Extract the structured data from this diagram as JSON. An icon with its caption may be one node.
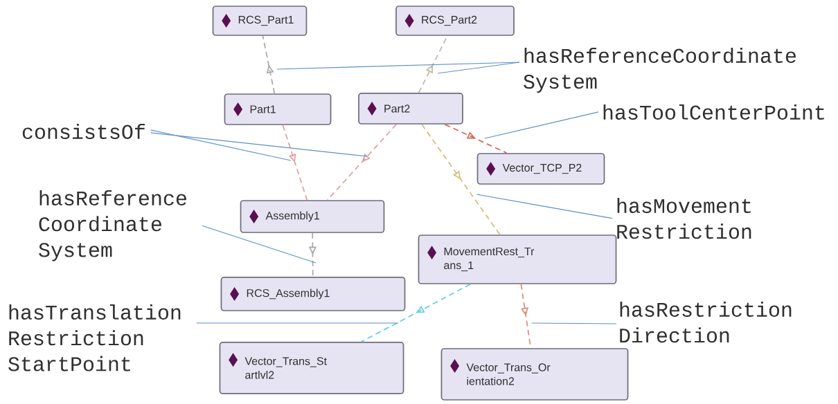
{
  "diagram": {
    "nodes": [
      {
        "text": [
          "RCS_Part1"
        ]
      },
      {
        "text": [
          "RCS_Part2"
        ]
      },
      {
        "text": [
          "Part1"
        ]
      },
      {
        "text": [
          "Part2"
        ]
      },
      {
        "text": [
          "Vector_TCP_P2"
        ]
      },
      {
        "text": [
          "Assembly1"
        ]
      },
      {
        "text": [
          "MovementRest_Tr ans_1"
        ]
      },
      {
        "text": [
          "RCS_Assembly1"
        ]
      },
      {
        "text": [
          "Vector_Trans_St artlvl2"
        ]
      },
      {
        "text": [
          "Vector_Trans_Or ientation2"
        ]
      },
      {
        "text": [
          "hasReferenceCoordinate System"
        ]
      },
      {
        "text": [
          "hasToolCenterPoint"
        ]
      },
      {
        "text": [
          "consistsOf"
        ]
      },
      {
        "text": [
          "hasMovement Restriction"
        ]
      },
      {
        "text": [
          "hasReference Coordinate System"
        ]
      },
      {
        "text": [
          "hasRestriction Direction"
        ]
      },
      {
        "text": [
          "hasTranslation Restriction StartPoint"
        ]
      }
    ],
    "edges": [
      {
        "from": 2,
        "to": 0,
        "arrow": "to",
        "style": "dashed",
        "color": "#a8a8a8"
      },
      {
        "from": 3,
        "to": 1,
        "arrow": "to",
        "style": "dashed",
        "color": "#c0b8a8"
      },
      {
        "from": 2,
        "to": 5,
        "arrow": "to",
        "style": "dashed",
        "color": "#e0a0a0"
      },
      {
        "from": 3,
        "to": 5,
        "arrow": "to",
        "style": "dashed",
        "color": "#e0a0a0"
      },
      {
        "from": 3,
        "to": 4,
        "arrow": "to",
        "style": "dashed",
        "color": "#d06858"
      },
      {
        "from": 3,
        "to": 6,
        "arrow": "to",
        "style": "dashed",
        "color": "#ccc078"
      },
      {
        "from": 5,
        "to": 7,
        "arrow": "to",
        "style": "dashed",
        "color": "#a8a8a8"
      },
      {
        "from": 6,
        "to": 8,
        "arrow": "to",
        "style": "dashed",
        "color": "#5cd0e0"
      },
      {
        "from": 6,
        "to": 9,
        "arrow": "to",
        "style": "dashed",
        "color": "#d89078"
      },
      {
        "from": 10,
        "to": null,
        "arrow": "none",
        "color": "#5b8fc7"
      },
      {
        "from": 10,
        "to": null,
        "arrow": "none",
        "color": "#5b8fc7"
      },
      {
        "from": 11,
        "to": null,
        "arrow": "none",
        "color": "#5b8fc7"
      },
      {
        "from": 12,
        "to": null,
        "arrow": "none",
        "color": "#5b8fc7"
      },
      {
        "from": 12,
        "to": null,
        "arrow": "none",
        "color": "#5b8fc7"
      },
      {
        "from": 13,
        "to": null,
        "arrow": "none",
        "color": "#5b8fc7"
      },
      {
        "from": 14,
        "to": null,
        "arrow": "none",
        "color": "#5b8fc7"
      },
      {
        "from": 16,
        "to": null,
        "arrow": "none",
        "color": "#5b8fc7"
      },
      {
        "from": 15,
        "to": null,
        "arrow": "none",
        "color": "#5b8fc7"
      }
    ]
  }
}
